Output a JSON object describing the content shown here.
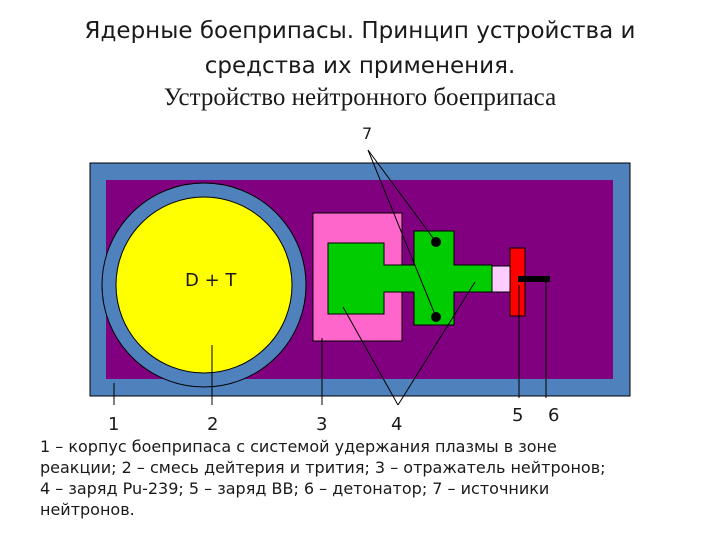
{
  "title_line1": "Ядерные боеприпасы. Принцип устройства и",
  "title_line2": "средства их применения.",
  "subtitle": "Устройство нейтронного боеприпаса",
  "diagram": {
    "inner_label": "D + T",
    "callouts": [
      "1",
      "2",
      "3",
      "4",
      "5",
      "6",
      "7"
    ],
    "colors": {
      "casing_outer": "#4f81bd",
      "casing_inner": "#800080",
      "dt_mix": "#ffff00",
      "reflector": "#ff66cc",
      "plutonium": "#00cc00",
      "explosive": "#ff0000",
      "detonator": "#000000",
      "neutron_source_dot": "#000000",
      "hollow": "#ffccff"
    }
  },
  "legend": {
    "line1": "1 – корпус боеприпаса с системой удержания плазмы в зоне",
    "line2": "реакции; 2 – смесь дейтерия и трития; 3 – отражатель нейтронов;",
    "line3": "4 – заряд Pu-239; 5 – заряд ВВ; 6 – детонатор; 7 – источники",
    "line4": " нейтронов."
  }
}
